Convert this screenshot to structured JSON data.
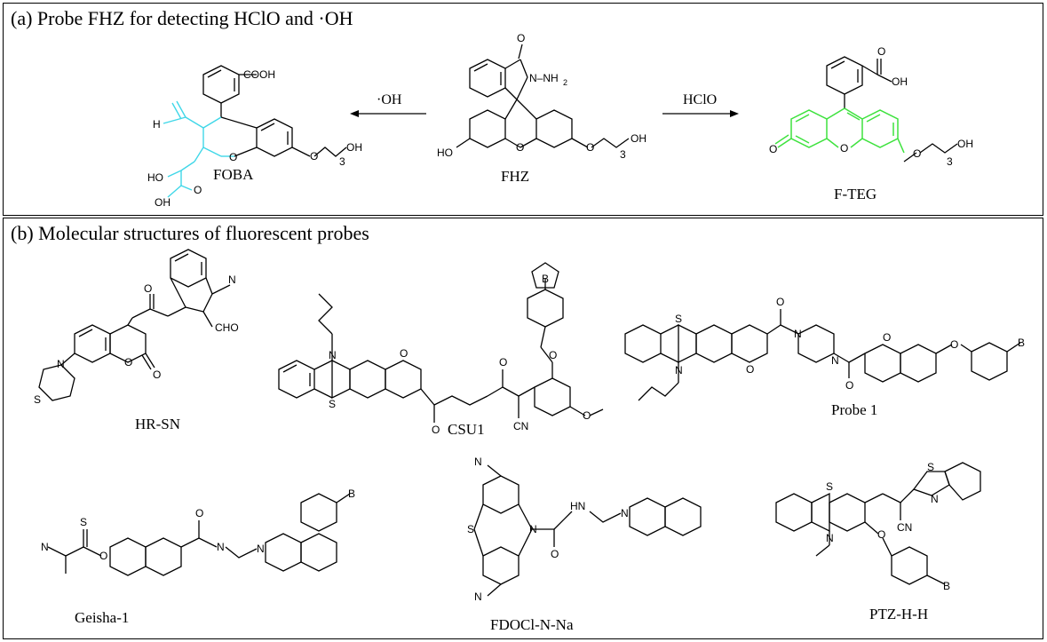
{
  "panel_a": {
    "title": "(a) Probe FHZ for detecting HClO and ·OH",
    "molecules": {
      "foba": "FOBA",
      "fhz": "FHZ",
      "fteg": "F-TEG"
    },
    "arrows": {
      "oh_label": "·OH",
      "hclo_label": "HClO"
    },
    "atoms": {
      "cooh": "COOH",
      "h": "H",
      "ho": "HO",
      "oh": "OH",
      "o": "O",
      "n": "N",
      "nh2": "N–NH",
      "sub2": "2",
      "sub3": "3"
    },
    "colors": {
      "foba_highlight": "#3fd7e8",
      "fteg_highlight": "#3ee23e"
    }
  },
  "panel_b": {
    "title": "(b) Molecular structures of fluorescent probes",
    "molecules": {
      "hr_sn": "HR-SN",
      "csu1": "CSU1",
      "probe1": "Probe 1",
      "geisha": "Geisha-1",
      "fdocl": "FDOCl-N-Na",
      "ptz": "PTZ-H-H"
    },
    "atoms": {
      "n": "N",
      "s": "S",
      "o": "O",
      "b": "B",
      "cho": "CHO",
      "cn": "CN",
      "hn": "HN"
    }
  }
}
